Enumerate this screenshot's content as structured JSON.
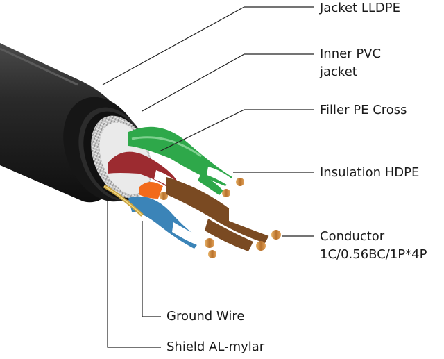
{
  "labels": {
    "jacket": "Jacket LLDPE",
    "inner_jacket_line1": "Inner PVC",
    "inner_jacket_line2": "jacket",
    "filler": "Filler PE Cross",
    "insulation": "Insulation HDPE",
    "conductor_line1": "Conductor",
    "conductor_line2": "1C/0.56BC/1P*4P",
    "ground_wire": "Ground Wire",
    "shield": "Shield AL-mylar"
  },
  "colors": {
    "jacket": "#1c1c1c",
    "braid": "#b9b9b9",
    "pair_green": "#2ea84a",
    "pair_red": "#9c2b30",
    "pair_orange": "#f26a1b",
    "pair_blue": "#3b84b8",
    "pair_brown": "#7a4a22",
    "conductor": "#c9873a",
    "ground_wire": "#c9a23f"
  }
}
